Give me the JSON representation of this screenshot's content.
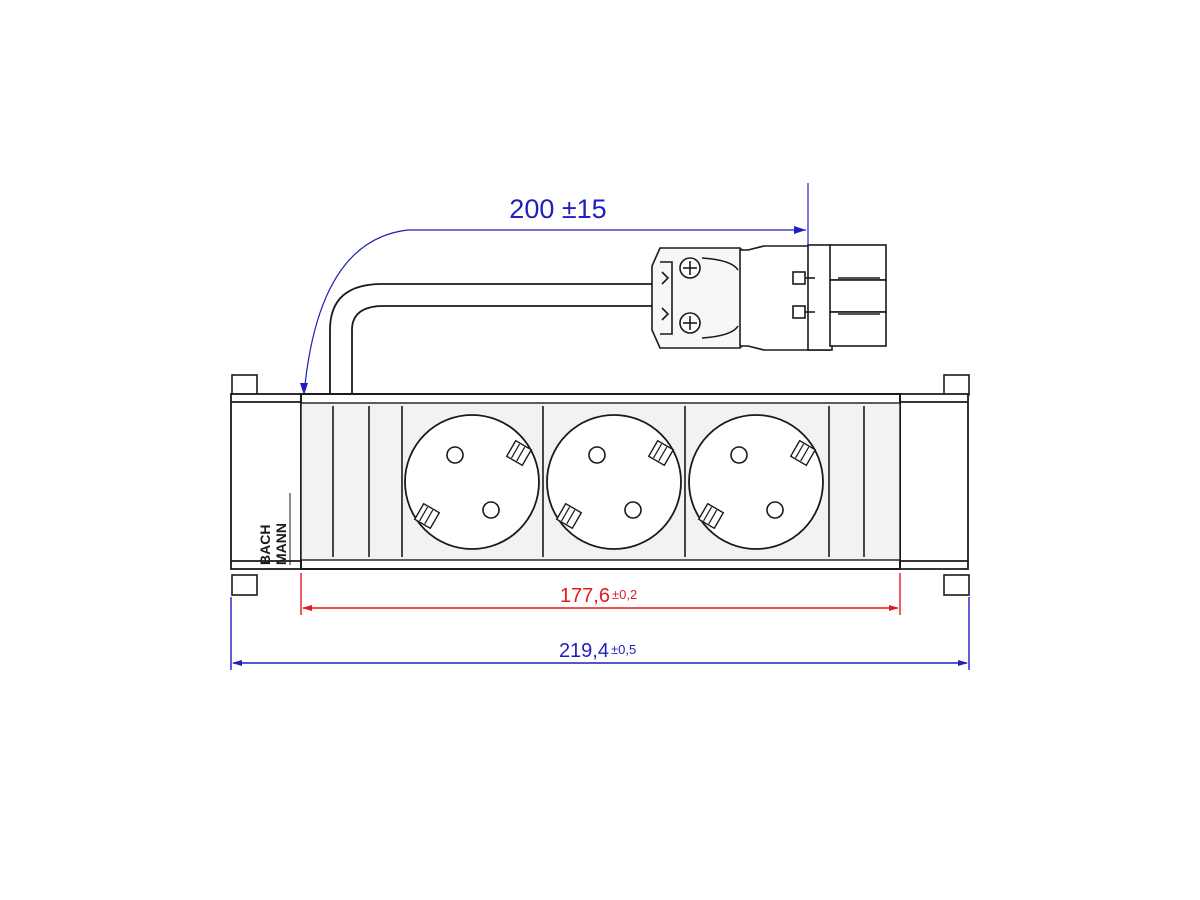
{
  "dimensions": {
    "cable_length": {
      "value": "200 ±15",
      "color": "#1f1fbf"
    },
    "mounting_width": {
      "value": "177,6",
      "tolerance": "±0,2",
      "color": "#e21b1b"
    },
    "overall_width": {
      "value": "219,4",
      "tolerance": "±0,5",
      "color": "#1f1fbf"
    }
  },
  "brand": {
    "line1": "BACH",
    "line2": "MANN"
  },
  "outlets": {
    "count": 3,
    "type": "schuko-socket-icon"
  },
  "colors": {
    "line": "#1a1a1a",
    "panel": "#f2f2f2",
    "blue_dim": "#1f1fbf",
    "red_dim": "#e21b1b"
  }
}
